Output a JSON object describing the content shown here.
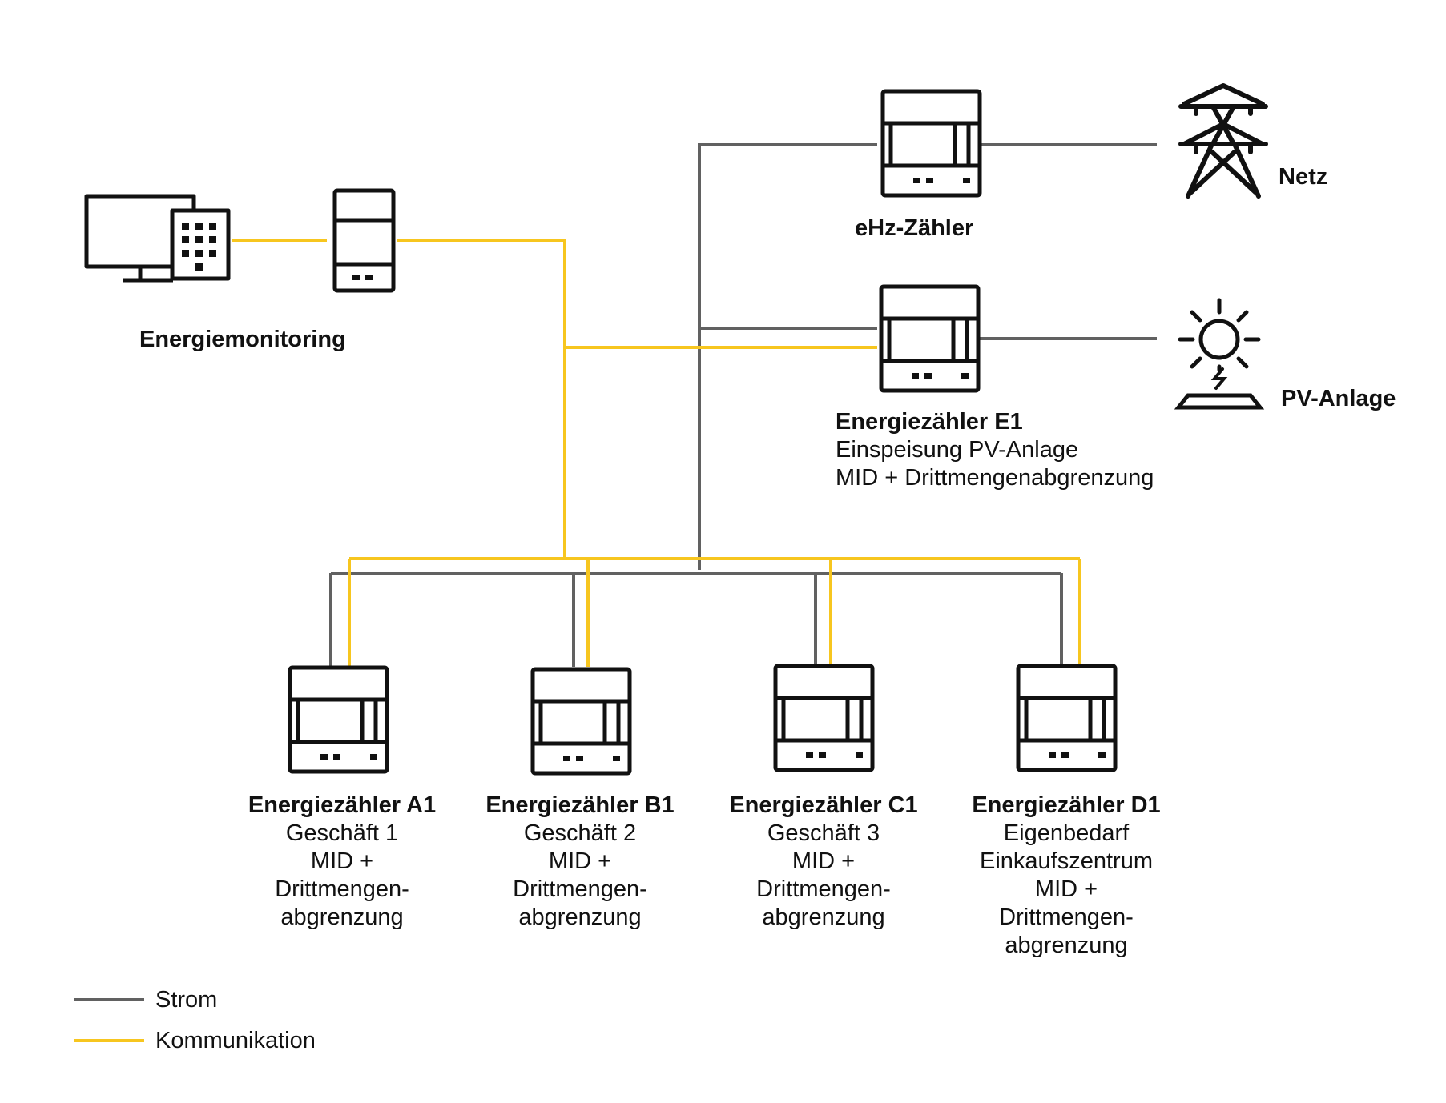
{
  "colors": {
    "strom": "#616161",
    "kommunikation": "#f7c61f",
    "icon": "#111111"
  },
  "icons": {
    "computer": "monitor-building-icon",
    "gateway": "data-logger-icon",
    "meter": "energy-meter-icon",
    "grid": "power-pylon-icon",
    "pv": "sun-solar-panel-icon"
  },
  "labels": {
    "monitoring": "Energiemonitoring",
    "ehz": "eHz-Zähler",
    "netz": "Netz",
    "pv": "PV-Anlage",
    "e1": {
      "title": "Energiezähler E1",
      "lines": [
        "Einspeisung PV-Anlage",
        "MID + Drittmengenabgrenzung"
      ]
    },
    "a1": {
      "title": "Energiezähler A1",
      "lines": [
        "Geschäft 1",
        "MID +",
        "Drittmengen-",
        "abgrenzung"
      ]
    },
    "b1": {
      "title": "Energiezähler B1",
      "lines": [
        "Geschäft 2",
        "MID +",
        "Drittmengen-",
        "abgrenzung"
      ]
    },
    "c1": {
      "title": "Energiezähler C1",
      "lines": [
        "Geschäft 3",
        "MID +",
        "Drittmengen-",
        "abgrenzung"
      ]
    },
    "d1": {
      "title": "Energiezähler D1",
      "lines": [
        "Eigenbedarf",
        "Einkaufszentrum",
        "MID +",
        "Drittmengen-",
        "abgrenzung"
      ]
    }
  },
  "legend": {
    "strom": "Strom",
    "kommunikation": "Kommunikation"
  }
}
